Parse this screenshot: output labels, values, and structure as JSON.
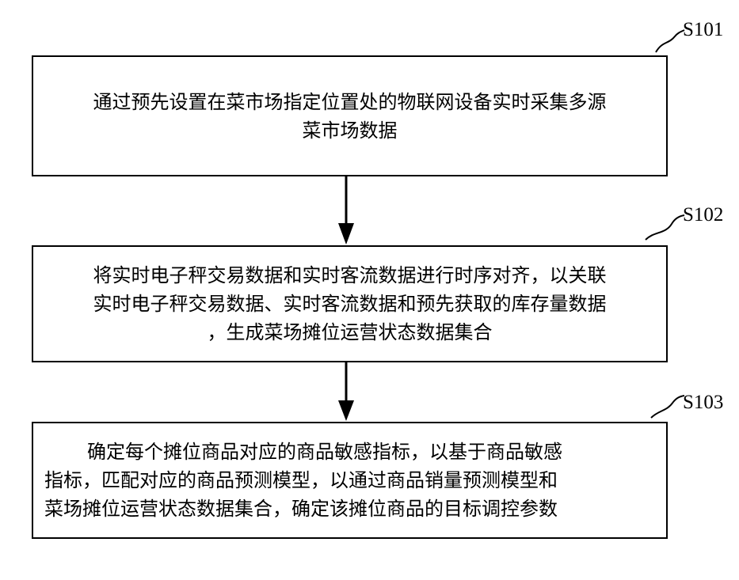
{
  "steps": [
    {
      "label": "S101",
      "lines": [
        "通过预先设置在菜市场指定位置处的物联网设备实时采集多源",
        "菜市场数据"
      ]
    },
    {
      "label": "S102",
      "lines": [
        "将实时电子秤交易数据和实时客流数据进行时序对齐，以关联",
        "实时电子秤交易数据、实时客流数据和预先获取的库存量数据",
        "，生成菜场摊位运营状态数据集合"
      ]
    },
    {
      "label": "S103",
      "lines": [
        "确定每个摊位商品对应的商品敏感指标，以基于商品敏感",
        "指标，匹配对应的商品预测模型，以通过商品销量预测模型和",
        "菜场摊位运营状态数据集合，确定该摊位商品的目标调控参数"
      ]
    }
  ]
}
